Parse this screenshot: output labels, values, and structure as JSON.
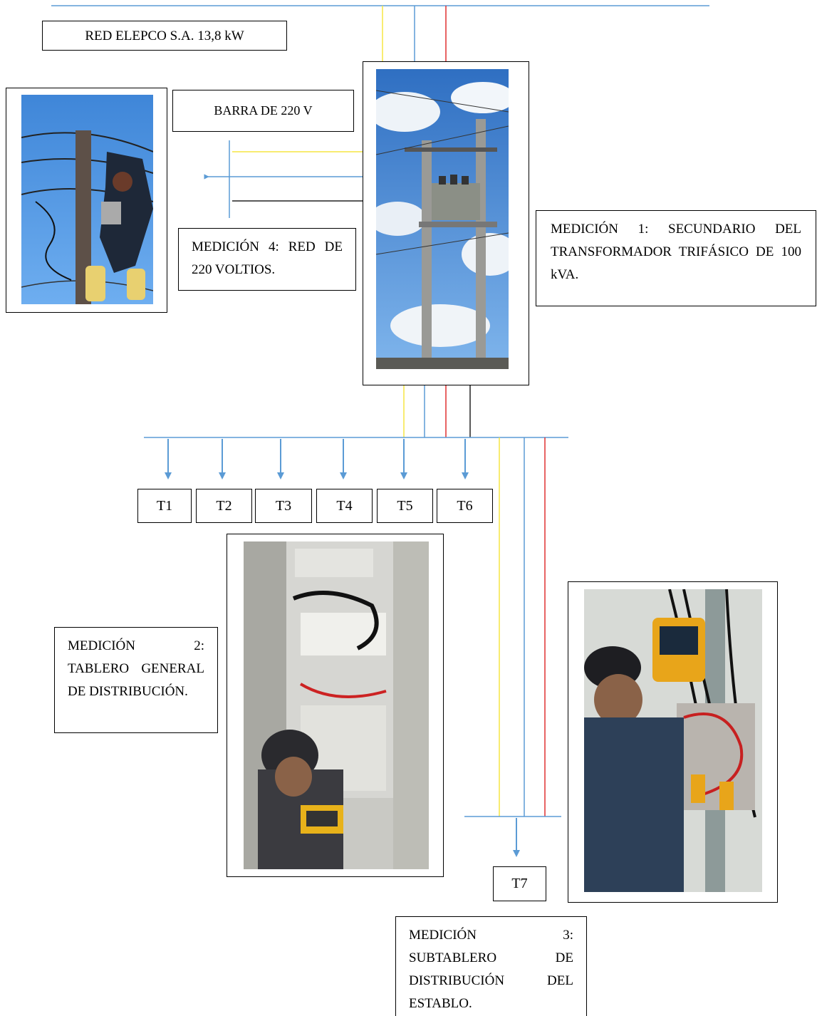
{
  "labels": {
    "red_elepco": "RED ELEPCO S.A. 13,8 kW",
    "barra_220": "BARRA DE 220 V",
    "medicion_1": "MEDICIÓN 1: SECUNDARIO DEL TRANSFORMADOR TRIFÁSICO DE 100 kVA.",
    "medicion_2": "MEDICIÓN 2: TABLERO GENERAL DE DISTRIBUCIÓN.",
    "medicion_3": "MEDICIÓN 3: SUBTABLERO DE DISTRIBUCIÓN DEL ESTABLO.",
    "medicion_4": "MEDICIÓN 4: RED DE 220 VOLTIOS."
  },
  "transformers": [
    "T1",
    "T2",
    "T3",
    "T4",
    "T5",
    "T6"
  ],
  "subpanel_transformer": "T7",
  "photos": {
    "lineman": "photo-lineman-on-pole",
    "transformer": "photo-pole-mounted-transformer",
    "main_panel": "photo-main-distribution-panel",
    "subpanel": "photo-subpanel-measurement"
  },
  "colors": {
    "phase_yellow": "#f5e642",
    "phase_blue": "#5b9bd5",
    "phase_red": "#e03030",
    "neutral_black": "#222222",
    "bus": "#5b9bd5"
  }
}
